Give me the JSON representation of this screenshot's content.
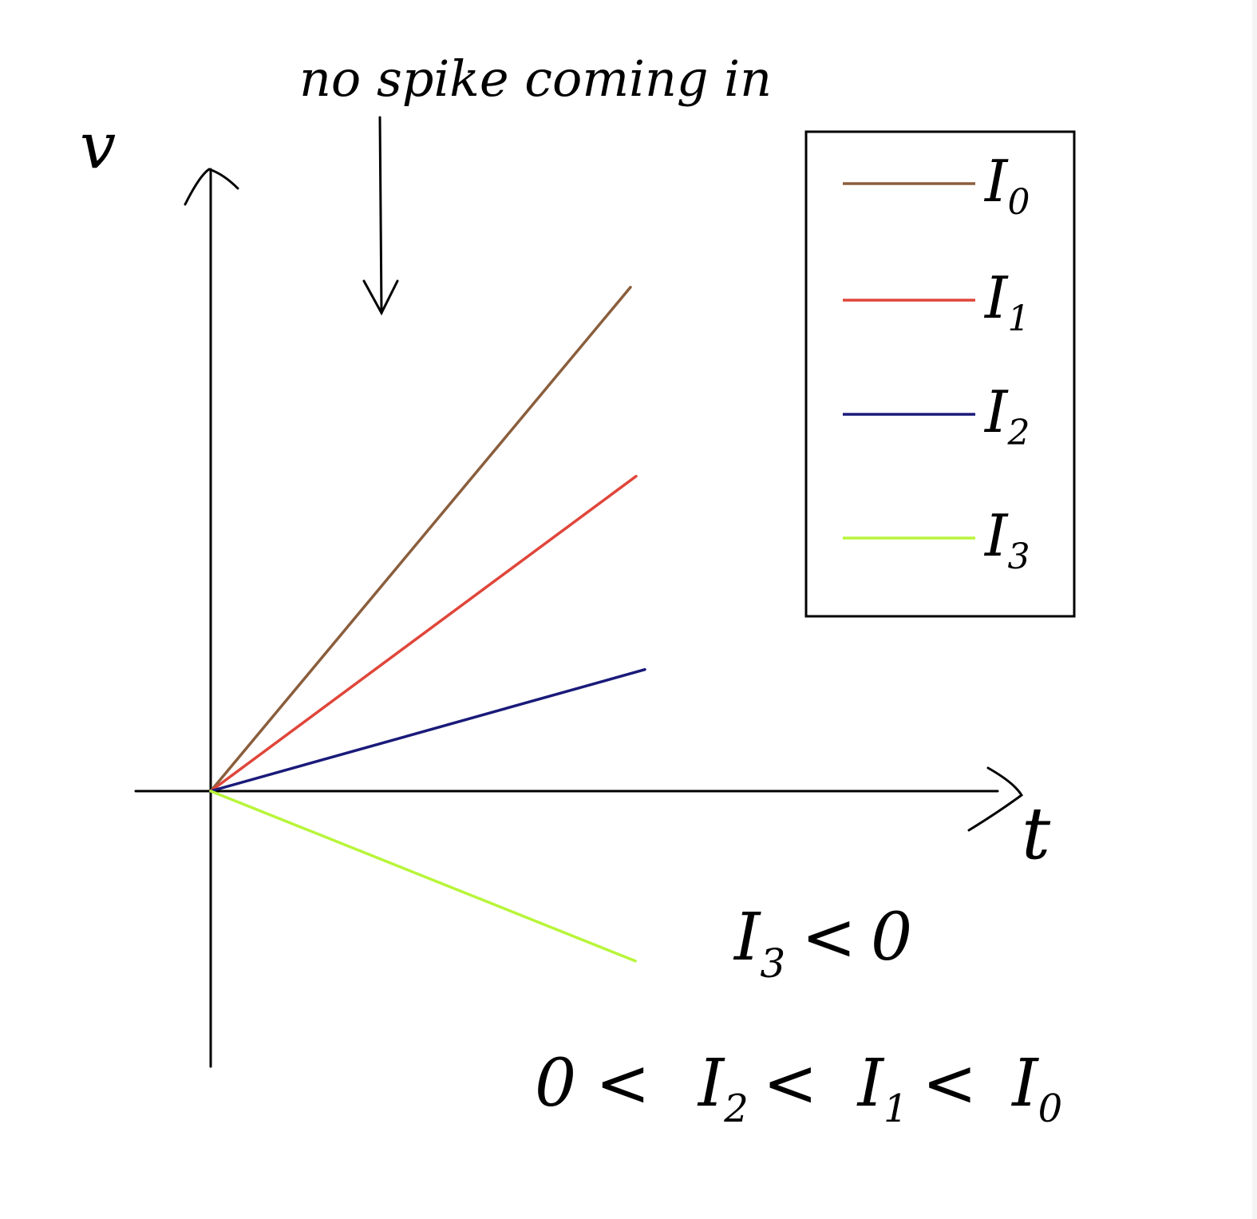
{
  "annotation": {
    "text": "no spike coming in"
  },
  "axes": {
    "y_label": "v",
    "x_label": "t"
  },
  "legend": {
    "items": [
      {
        "main": "I",
        "sub": "0",
        "color": "#8b5e3c"
      },
      {
        "main": "I",
        "sub": "1",
        "color": "#e0463a"
      },
      {
        "main": "I",
        "sub": "2",
        "color": "#1a1a7a"
      },
      {
        "main": "I",
        "sub": "3",
        "color": "#b8f53a"
      }
    ]
  },
  "conditions": {
    "negative": {
      "i3": "I",
      "sub3": "3",
      "lt": "<",
      "zero": "0"
    },
    "ordering": {
      "zero": "0",
      "lt1": "<",
      "i2": "I",
      "sub2": "2",
      "lt2": "<",
      "i1": "I",
      "sub1": "1",
      "lt3": "<",
      "i0": "I",
      "sub0": "0"
    }
  },
  "chart_data": {
    "type": "line",
    "series": [
      {
        "name": "I0",
        "slope": 1.2,
        "color": "#8b5e3c"
      },
      {
        "name": "I1",
        "slope": 0.74,
        "color": "#e0463a"
      },
      {
        "name": "I2",
        "slope": 0.28,
        "color": "#1a1a7a"
      },
      {
        "name": "I3",
        "slope": -0.4,
        "color": "#b8f53a"
      }
    ]
  }
}
